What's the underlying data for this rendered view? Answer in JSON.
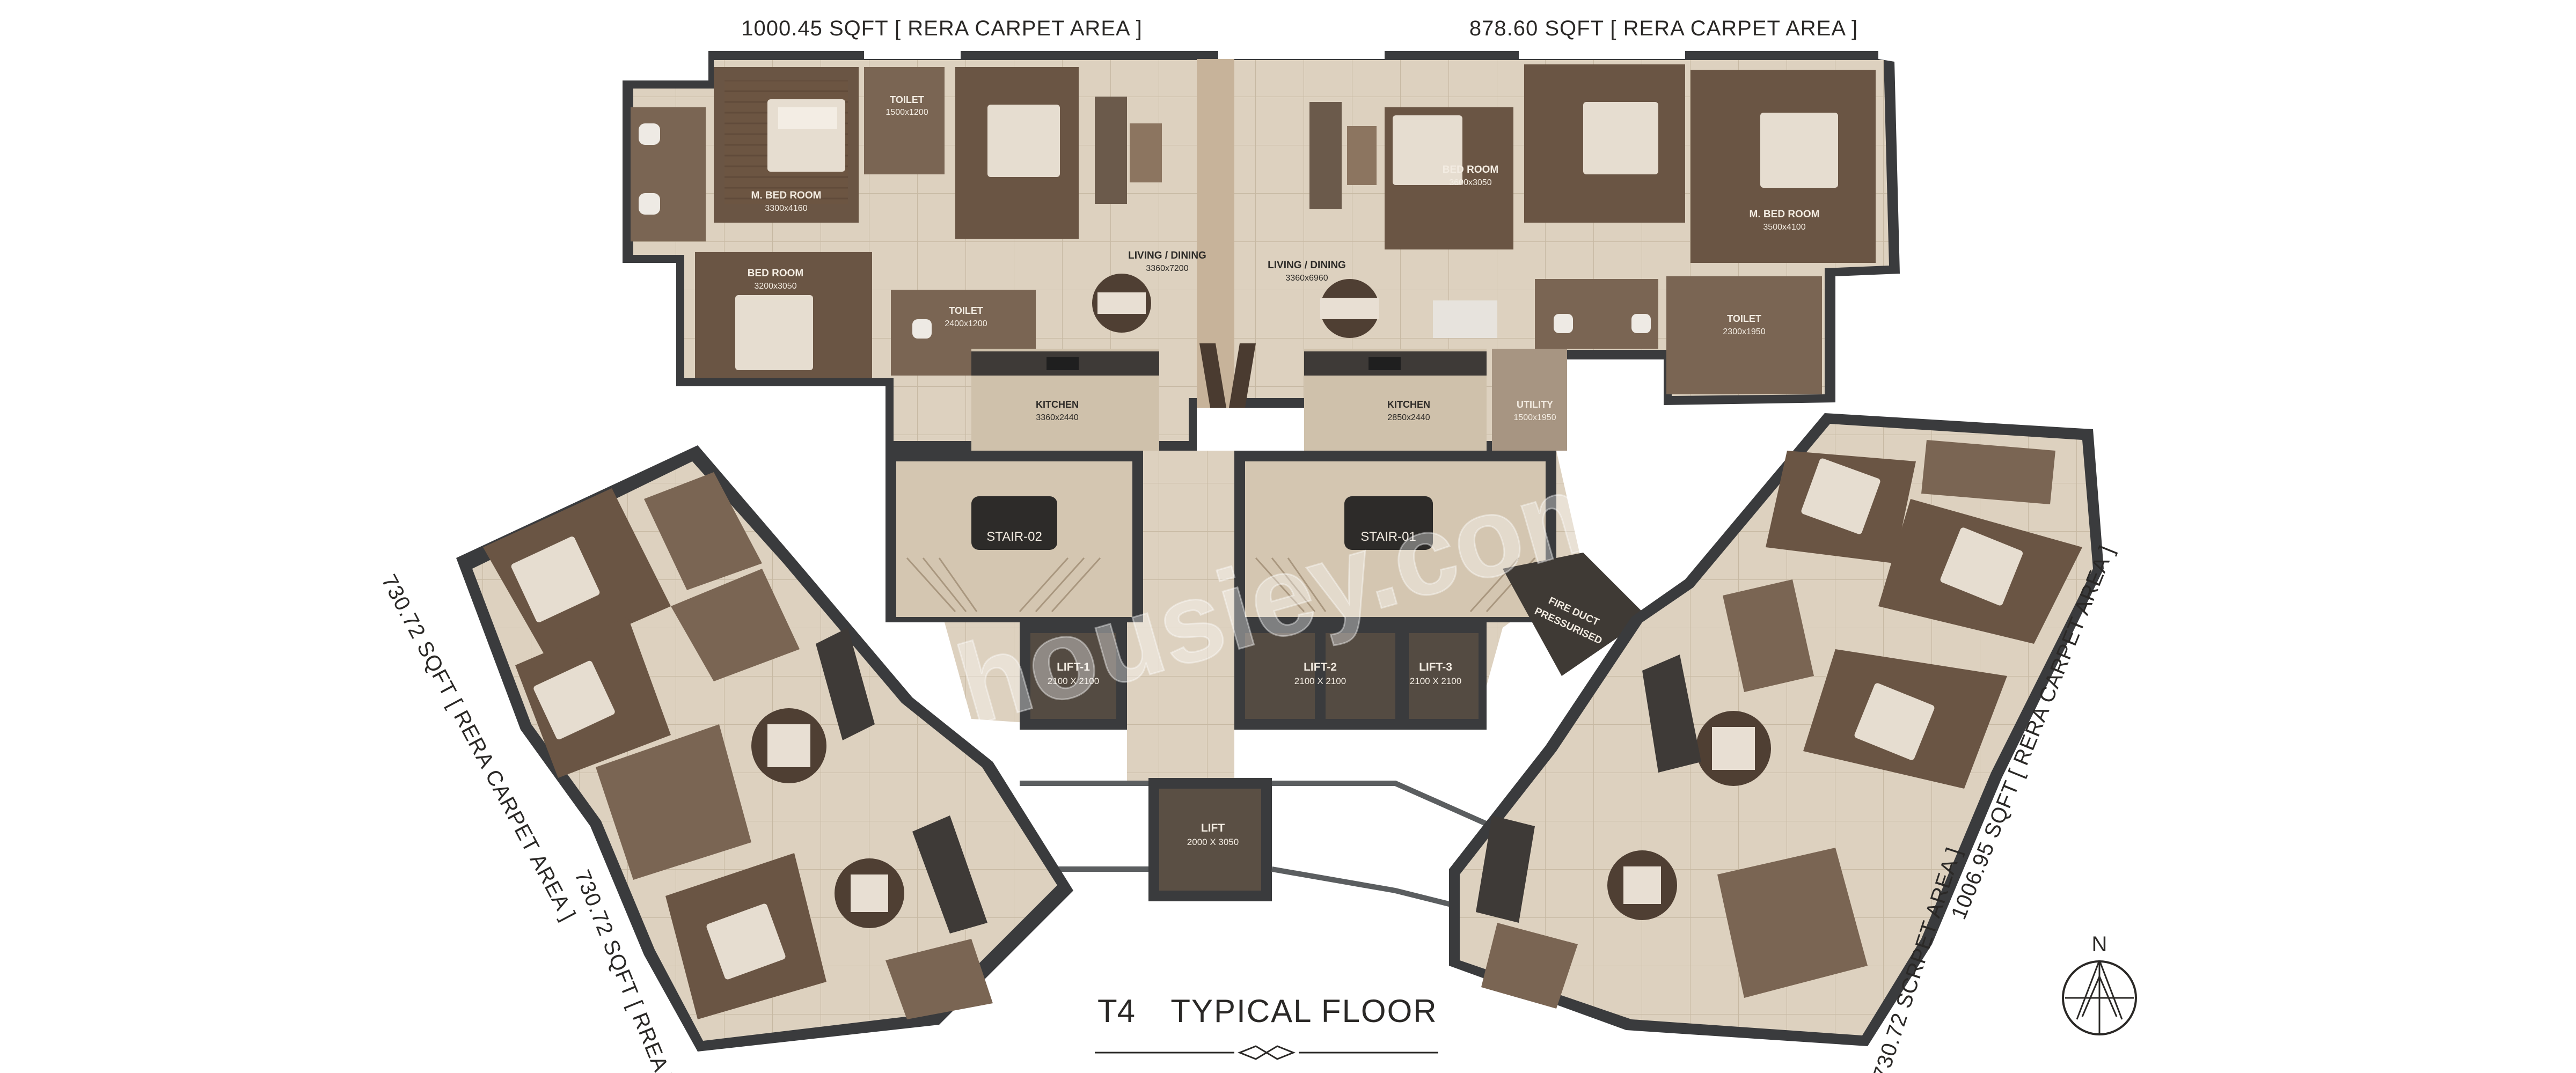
{
  "areas": {
    "top_left": "1000.45 SQFT [ RERA CARPET AREA ]",
    "top_right": "878.60 SQFT [ RERA CARPET AREA ]",
    "left_upper": "730.72 SQFT [ RERA CARPET AREA ]",
    "left_lower": "730.72 SQFT [ RREA ]",
    "right_upper": "1006.95 SQFT [ RERA CARPET AREA ]",
    "right_lower": "730.72 SCRPET AREA ]"
  },
  "rooms": {
    "m_bed_left": "M. BED ROOM",
    "m_bed_left_dim": "3300x4160",
    "toilet_top": "TOILET",
    "toilet_top_dim": "1500x1200",
    "bed_left": "BED ROOM",
    "bed_left_dim": "3200x3050",
    "toilet_mid": "TOILET",
    "toilet_mid_dim": "2400x1200",
    "living_left": "LIVING / DINING",
    "living_left_dim": "3360x7200",
    "kitchen_left": "KITCHEN",
    "kitchen_left_dim": "3360x2440",
    "living_right": "LIVING / DINING",
    "living_right_dim": "3360x6960",
    "bed_right": "BED ROOM",
    "bed_right_dim": "3600x3050",
    "m_bed_right": "M. BED ROOM",
    "m_bed_right_dim": "3500x4100",
    "toilet_right": "TOILET",
    "toilet_right_dim": "2300x1950",
    "kitchen_right": "KITCHEN",
    "kitchen_right_dim": "2850x2440",
    "utility": "UTILITY",
    "utility_dim": "1500x1950"
  },
  "core": {
    "stair_02": "STAIR-02",
    "stair_01": "STAIR-01",
    "fire_duct_1": "FIRE DUCT",
    "fire_duct_2": "PRESSURISED",
    "lift_1": "LIFT-1",
    "lift_1_dim": "2100 X 2100",
    "lift_2": "LIFT-2",
    "lift_2_dim": "2100 X 2100",
    "lift_3": "LIFT-3",
    "lift_3_dim": "2100 X 2100",
    "lift": "LIFT",
    "lift_dim": "2000 X 3050"
  },
  "title": {
    "tower": "T4",
    "name": "TYPICAL FLOOR"
  },
  "compass": "N",
  "watermark": "housiey.com",
  "colors": {
    "floor": "#d8cbb7",
    "wall": "#3a3b3d",
    "room_dark": "#5a4a3b",
    "wood": "#6b4f37"
  }
}
